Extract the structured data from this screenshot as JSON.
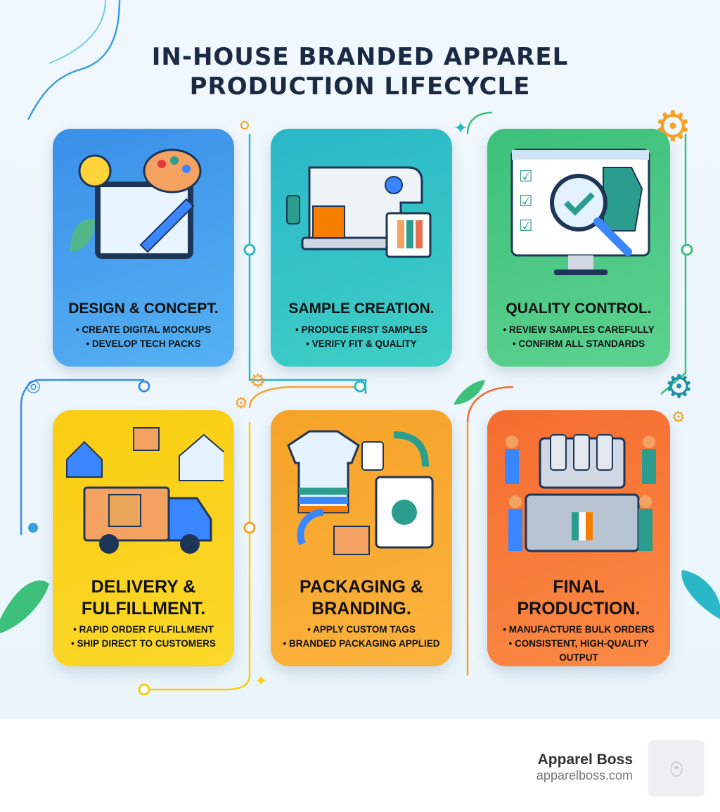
{
  "title": [
    "IN-HOUSE BRANDED APPAREL",
    "PRODUCTION LIFECYCLE"
  ],
  "steps": [
    {
      "title": "DESIGN & CONCEPT.",
      "bullets": [
        "• CREATE DIGITAL MOCKUPS",
        "• DEVELOP TECH PACKS"
      ],
      "icon": "design-tablet-palette-icon",
      "color": "#3a8fe8"
    },
    {
      "title": "SAMPLE CREATION.",
      "bullets": [
        "• PRODUCE FIRST SAMPLES",
        "• VERIFY FIT & QUALITY"
      ],
      "icon": "sewing-machine-icon",
      "color": "#2ab7c7"
    },
    {
      "title": "QUALITY CONTROL.",
      "bullets": [
        "• REVIEW SAMPLES CAREFULLY",
        "• CONFIRM ALL STANDARDS"
      ],
      "icon": "magnifier-checklist-icon",
      "color": "#3cc07a"
    },
    {
      "title_lines": [
        "DELIVERY &",
        "FULFILLMENT."
      ],
      "bullets": [
        "• RAPID ORDER FULFILLMENT",
        "• SHIP DIRECT TO CUSTOMERS"
      ],
      "icon": "delivery-truck-icon",
      "color": "#f9cd12"
    },
    {
      "title_lines": [
        "PACKAGING &",
        "BRANDING."
      ],
      "bullets": [
        "• APPLY CUSTOM TAGS",
        "• BRANDED PACKAGING APPLIED"
      ],
      "icon": "packaging-shirt-tag-icon",
      "color": "#f6a228"
    },
    {
      "title_lines": [
        "FINAL",
        "PRODUCTION."
      ],
      "bullets": [
        "• MANUFACTURE BULK ORDERS",
        "• CONSISTENT, HIGH-QUALITY",
        "OUTPUT"
      ],
      "icon": "factory-workers-icon",
      "color": "#f56d30"
    }
  ],
  "footer": {
    "brand": "Apparel Boss",
    "url": "apparelboss.com"
  }
}
